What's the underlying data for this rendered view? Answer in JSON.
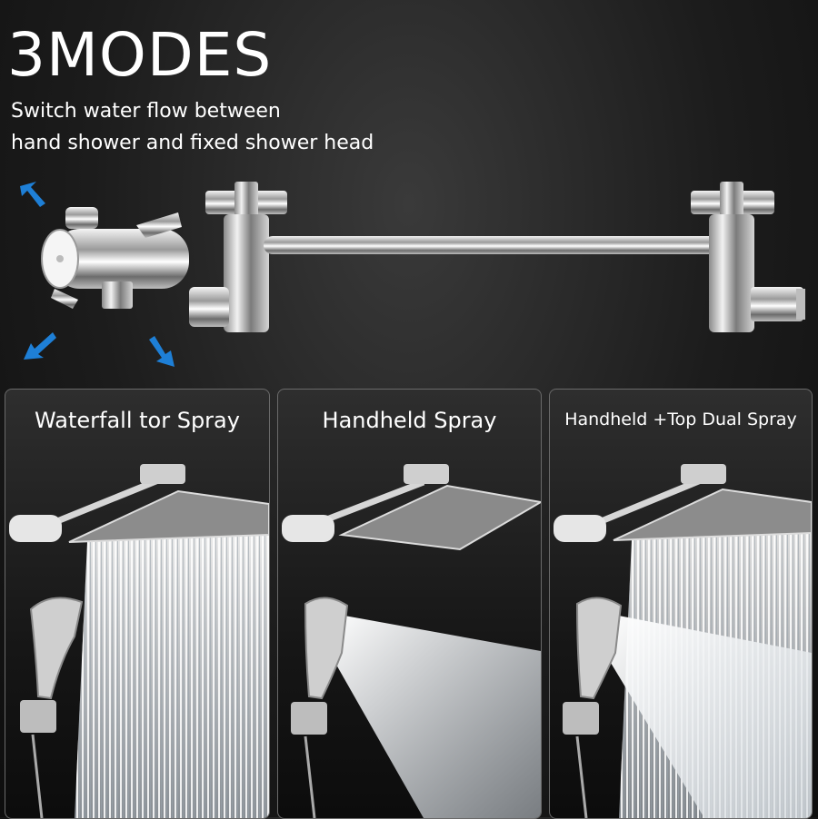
{
  "heading": {
    "title": "3MODES",
    "line1": "Switch water flow between",
    "line2": "hand shower and fixed shower head"
  },
  "modes": [
    {
      "label": "Waterfall tor Spray"
    },
    {
      "label": "Handheld Spray"
    },
    {
      "label": "Handheld +Top Dual Spray"
    }
  ],
  "colors": {
    "background": "#1c1c1c",
    "text": "#ffffff",
    "arrow": "#1e7fd6",
    "chrome": "#c8c8c8"
  },
  "icons": [
    "rotate-arrow-icon",
    "diverter-valve",
    "extension-arm",
    "rainfall-shower-head",
    "handheld-shower-head"
  ]
}
